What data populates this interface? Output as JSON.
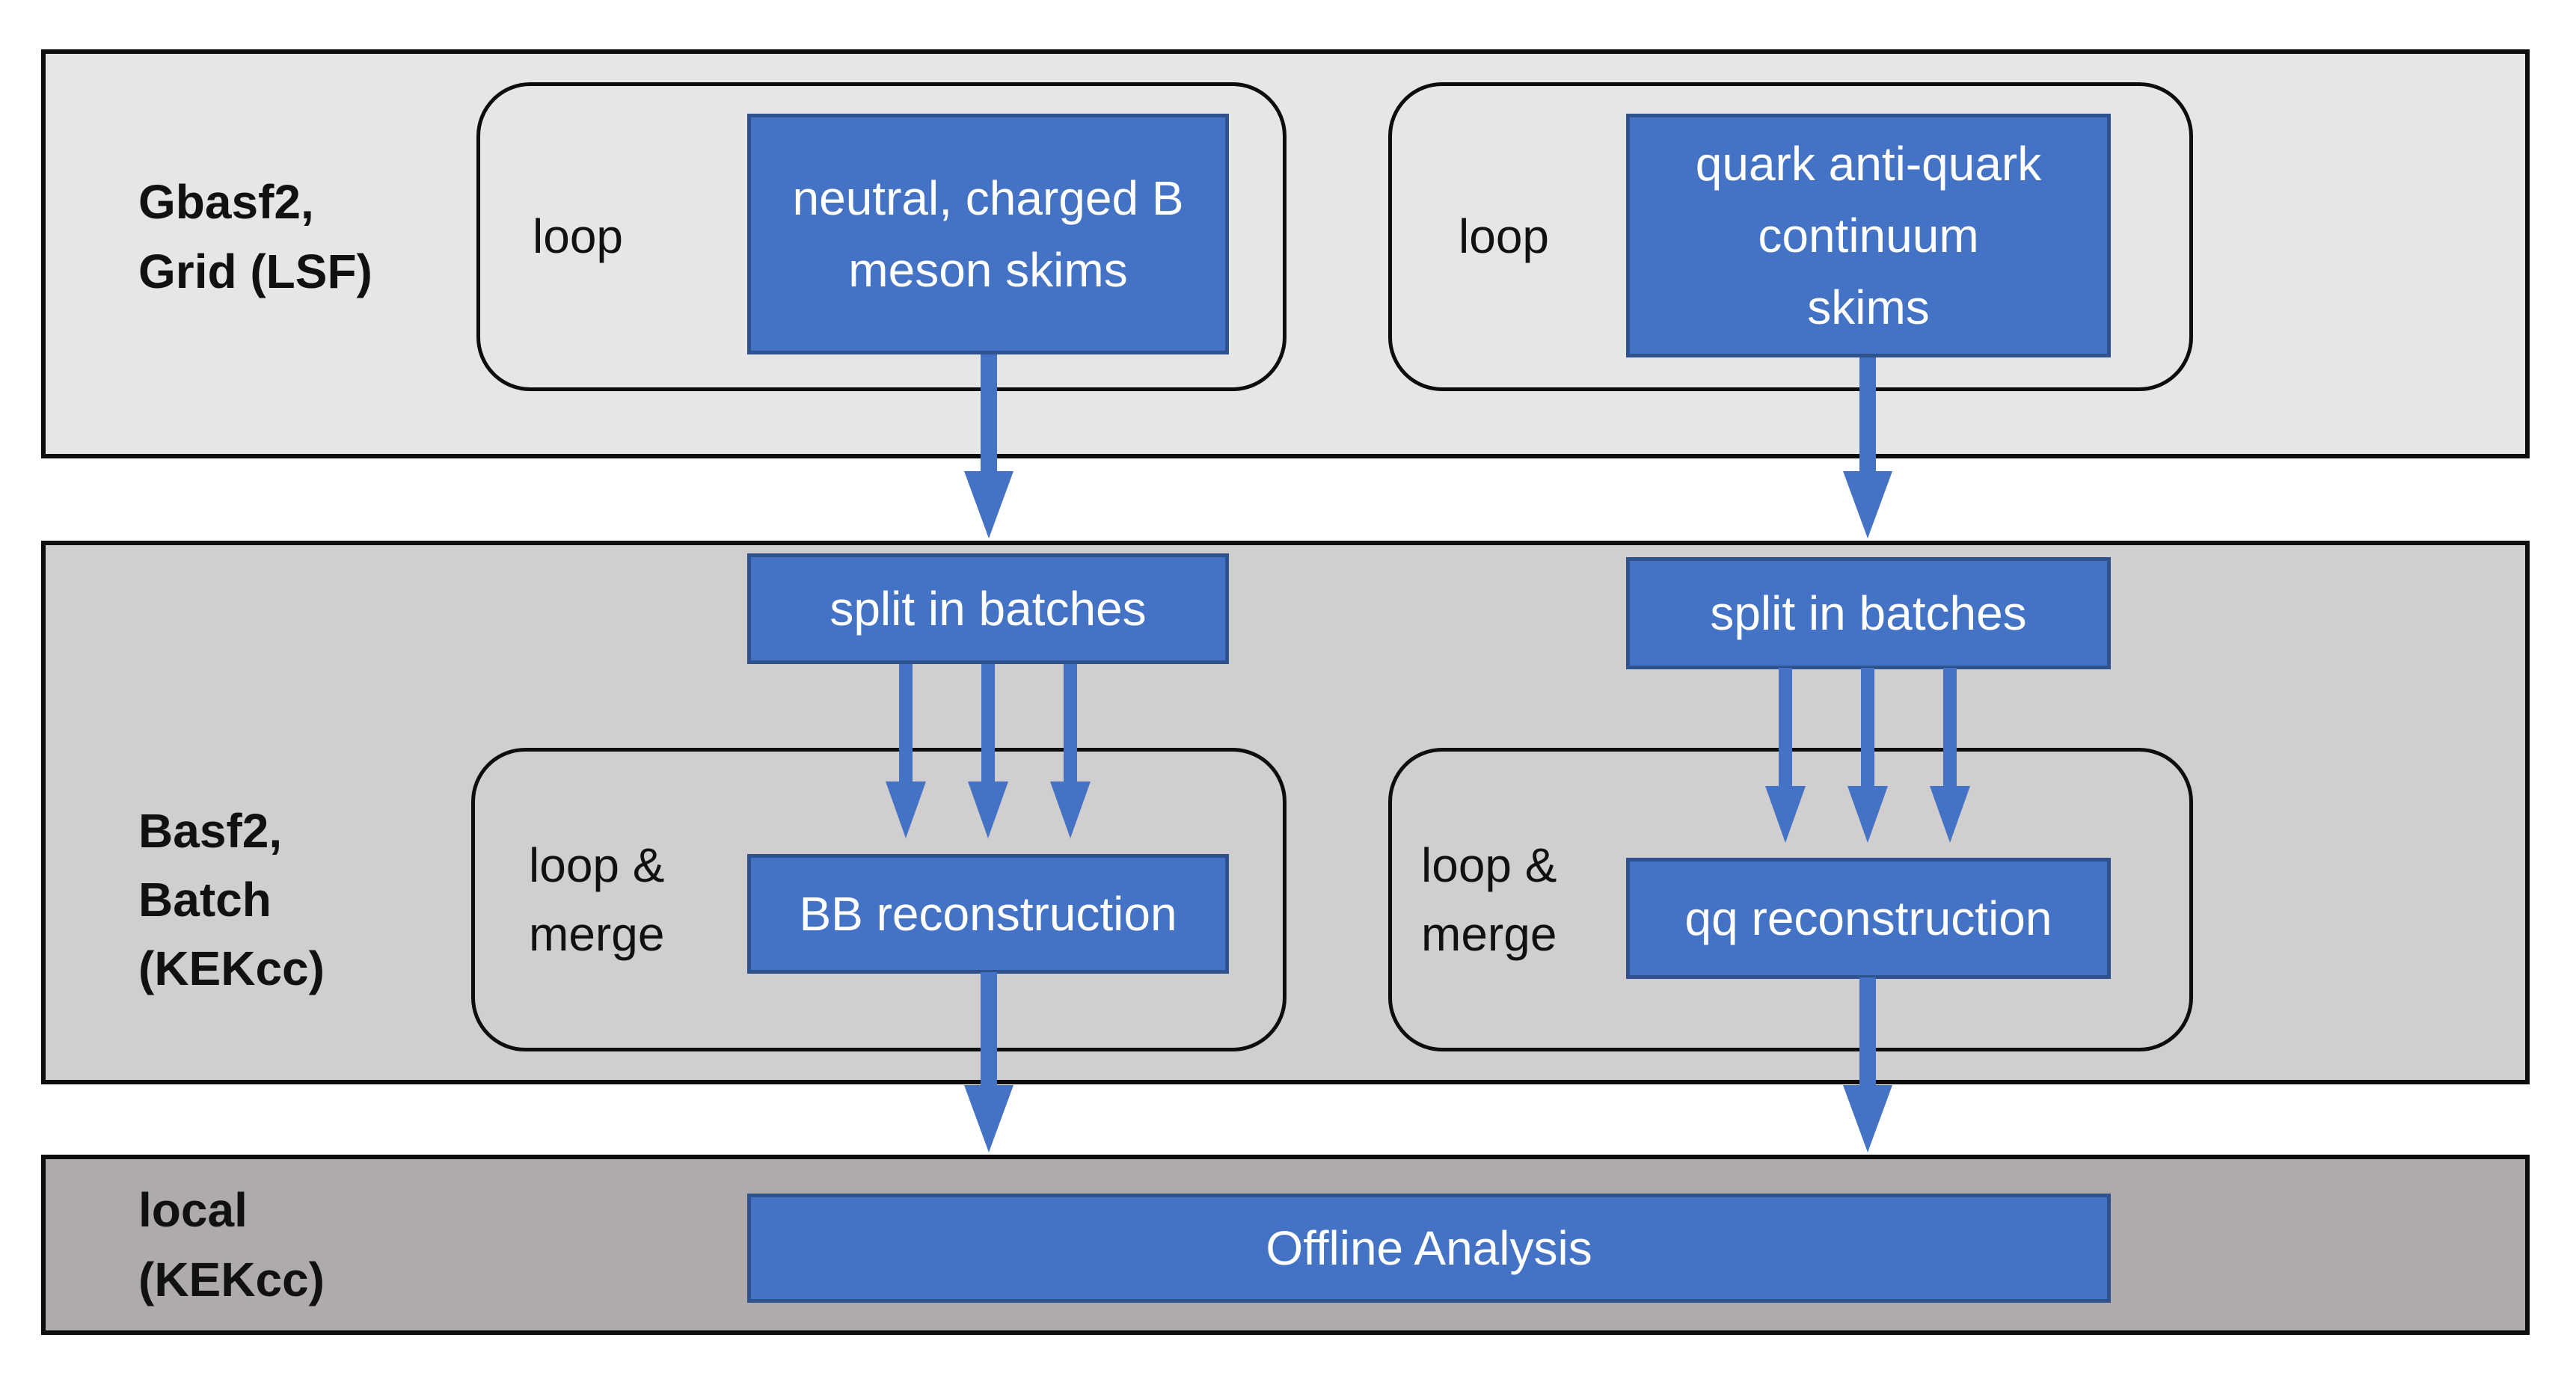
{
  "diagram": {
    "type": "workflow-pipeline",
    "bands": {
      "grid": {
        "label": "Gbasf2,\nGrid (LSF)"
      },
      "batch": {
        "label": "Basf2,\nBatch\n(KEKcc)"
      },
      "local": {
        "label": "local\n(KEKcc)"
      }
    },
    "nodes": {
      "loop_label": "loop",
      "loop_merge_label": "loop &\nmerge",
      "skim_b": "neutral, charged B\nmeson skims",
      "skim_q": "quark anti-quark\ncontinuum\nskims",
      "split_batches": "split in batches",
      "recon_b": "BB reconstruction",
      "recon_q": "qq reconstruction",
      "offline": "Offline Analysis"
    },
    "colors": {
      "band_top": "#e7e6e6",
      "band_mid": "#d0cece",
      "band_bottom": "#aeabaa",
      "node_fill": "#4472c4",
      "node_border": "#2f528f",
      "outline": "#0d0d0d",
      "node_text": "#ffffff",
      "label_text": "#111111"
    }
  }
}
